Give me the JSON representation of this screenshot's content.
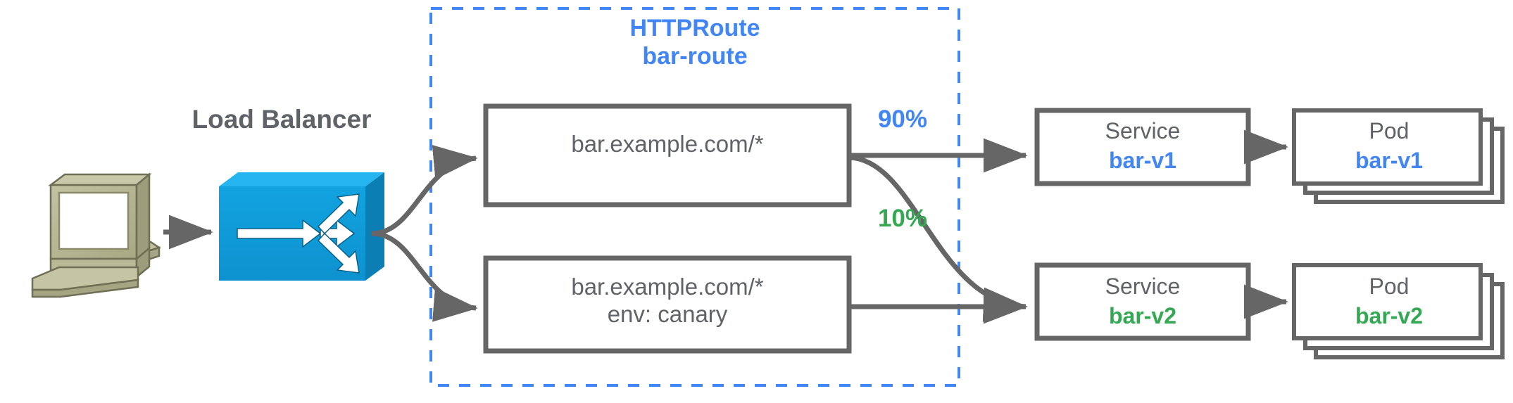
{
  "diagram": {
    "title": "Gateway API HTTPRoute canary traffic split",
    "colors": {
      "blue": "#4285f4",
      "green": "#34a853",
      "gray_text": "#5f6368",
      "stroke": "#666666",
      "lb_blue": "#0f9ad8",
      "lb_blue_top": "#26b5f0",
      "lb_blue_side": "#0b7fb4",
      "computer_beige": "#b5b58b",
      "dashed_border": "#4285f4"
    },
    "client": {
      "icon": "desktop-computer-icon"
    },
    "load_balancer": {
      "label": "Load Balancer",
      "icon": "load-balancer-icon"
    },
    "httproute": {
      "kind": "HTTPRoute",
      "name": "bar-route"
    },
    "rules": [
      {
        "id": "rule-primary",
        "match": "bar.example.com/*",
        "extra": ""
      },
      {
        "id": "rule-canary",
        "match": "bar.example.com/*",
        "extra": "env: canary"
      }
    ],
    "weights": [
      {
        "id": "weight-90",
        "value": "90%",
        "color": "#4285f4"
      },
      {
        "id": "weight-10",
        "value": "10%",
        "color": "#34a853"
      }
    ],
    "services": [
      {
        "id": "service-bar-v1",
        "kind": "Service",
        "name": "bar-v1",
        "color": "#4285f4"
      },
      {
        "id": "service-bar-v2",
        "kind": "Service",
        "name": "bar-v2",
        "color": "#34a853"
      }
    ],
    "pods": [
      {
        "id": "pod-bar-v1",
        "kind": "Pod",
        "name": "bar-v1",
        "color": "#4285f4",
        "stack_count": 3
      },
      {
        "id": "pod-bar-v2",
        "kind": "Pod",
        "name": "bar-v2",
        "color": "#34a853",
        "stack_count": 3
      }
    ]
  }
}
